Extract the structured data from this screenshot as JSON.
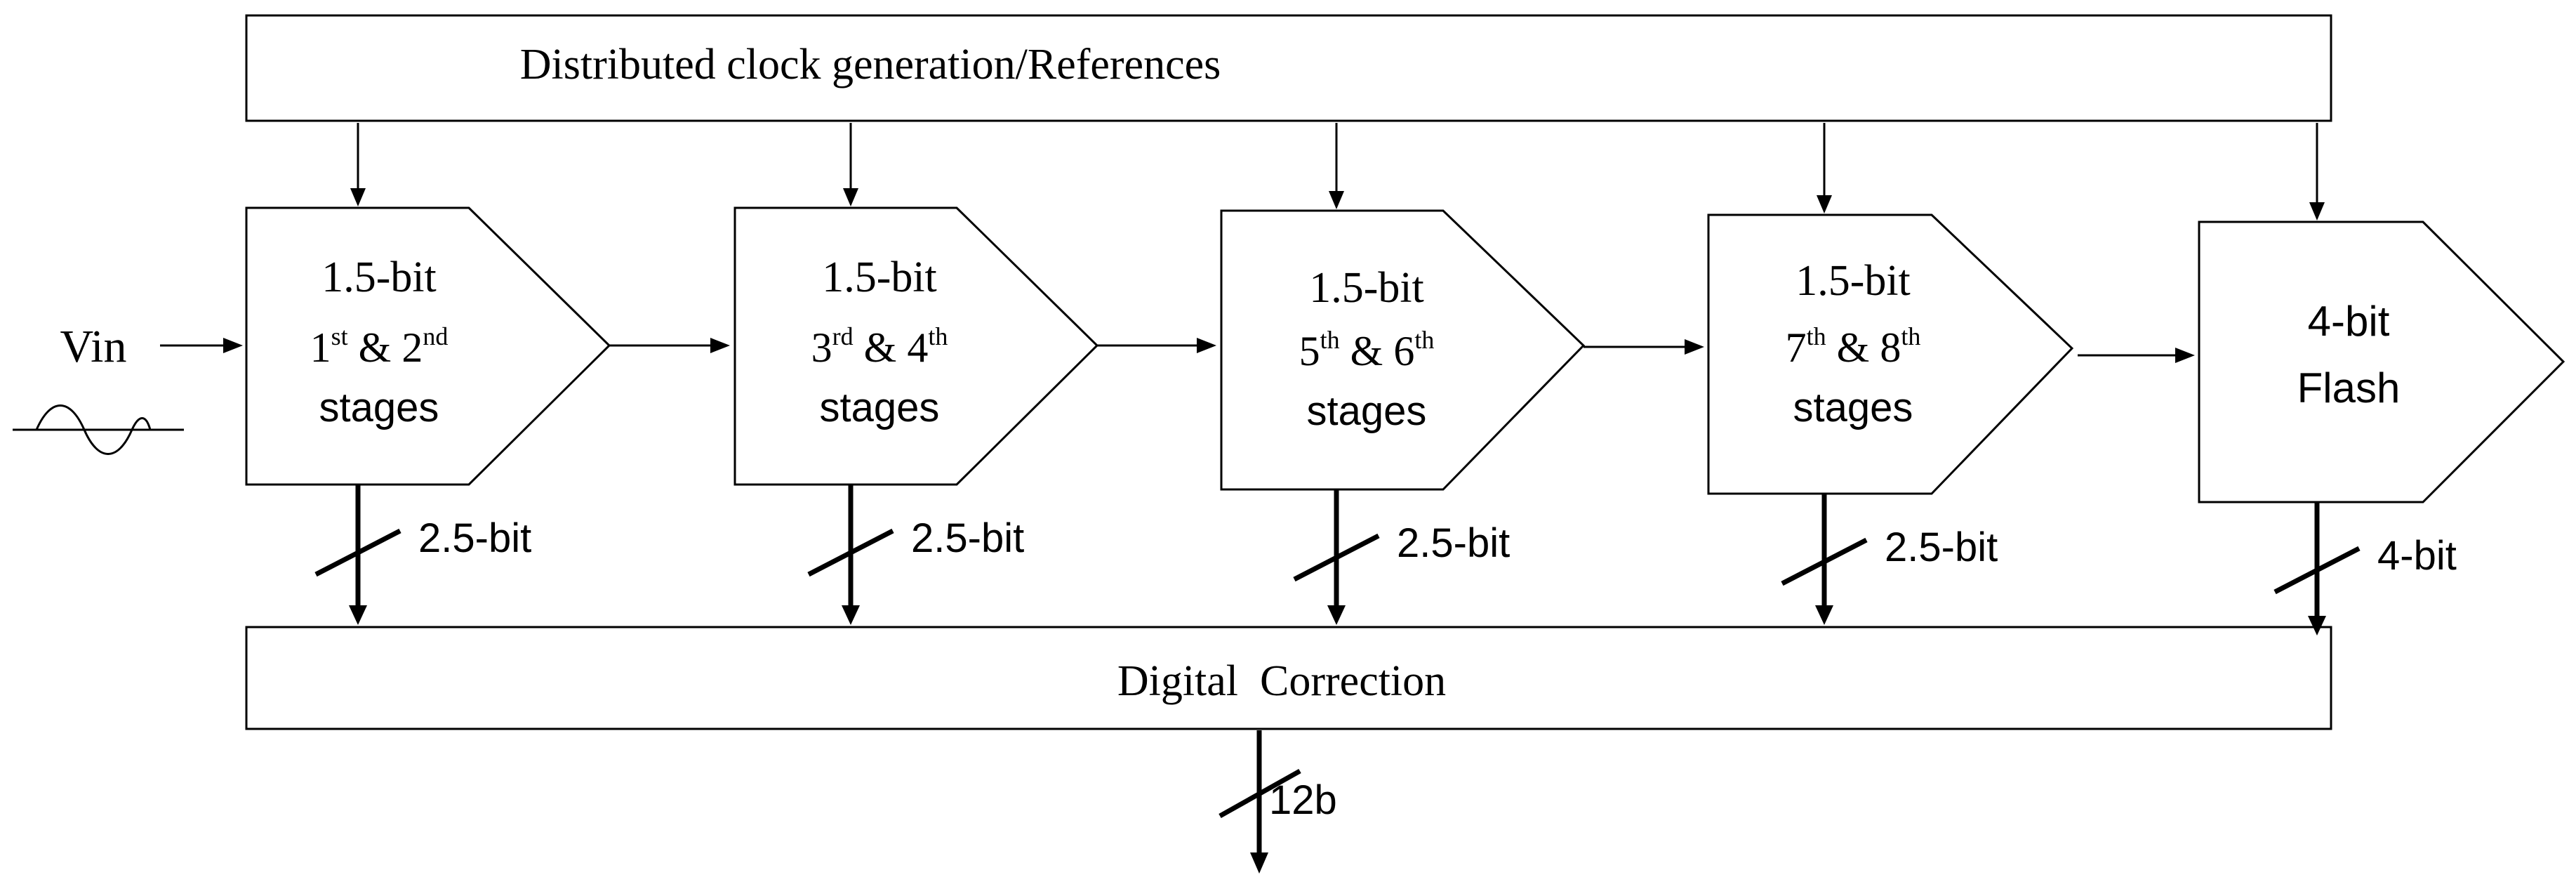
{
  "clock": {
    "label": "Distributed clock generation/References"
  },
  "input": {
    "label": "Vin"
  },
  "stages": [
    {
      "bits": "1.5-bit",
      "line2": [
        [
          "1",
          "st"
        ],
        [
          " & 2",
          ""
        ],
        [
          "",
          "nd"
        ]
      ],
      "line3": "stages",
      "out_label": "2.5-bit"
    },
    {
      "bits": "1.5-bit",
      "line2": [
        [
          "3",
          "rd"
        ],
        [
          " & 4",
          ""
        ],
        [
          "",
          "th"
        ]
      ],
      "line3": "stages",
      "out_label": "2.5-bit"
    },
    {
      "bits": "1.5-bit",
      "line2": [
        [
          "5",
          "th"
        ],
        [
          " & 6",
          ""
        ],
        [
          "",
          "th"
        ]
      ],
      "line3": "stages",
      "out_label": "2.5-bit"
    },
    {
      "bits": "1.5-bit",
      "line2": [
        [
          "7",
          "th"
        ],
        [
          " & 8",
          ""
        ],
        [
          "",
          "th"
        ]
      ],
      "line3": "stages",
      "out_label": "2.5-bit"
    }
  ],
  "flash": {
    "bits": "4-bit",
    "name": "Flash",
    "out_label": "4-bit"
  },
  "correction": {
    "label": "Digital  Correction"
  },
  "output": {
    "label": "12b"
  }
}
